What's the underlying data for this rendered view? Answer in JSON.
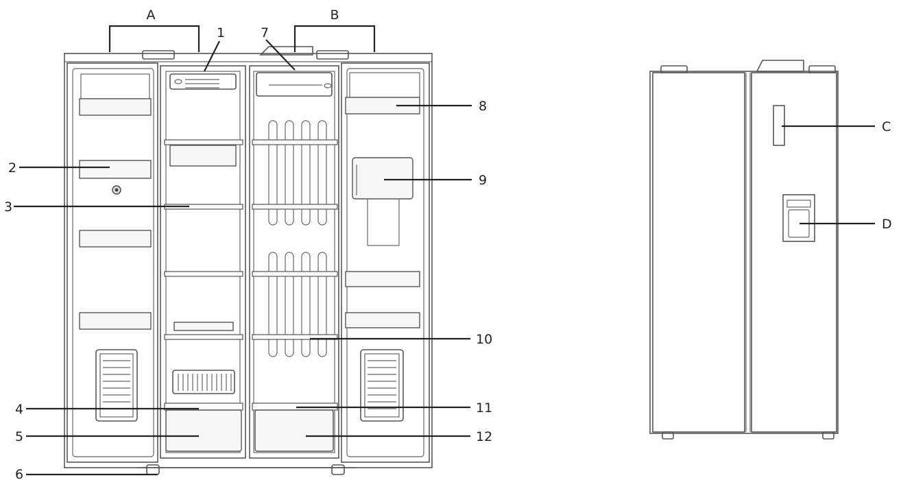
{
  "labels": {
    "A": "A",
    "B": "B",
    "C": "C",
    "D": "D",
    "n1": "1",
    "n2": "2",
    "n3": "3",
    "n4": "4",
    "n5": "5",
    "n6": "6",
    "n7": "7",
    "n8": "8",
    "n9": "9",
    "n10": "10",
    "n11": "11",
    "n12": "12"
  }
}
